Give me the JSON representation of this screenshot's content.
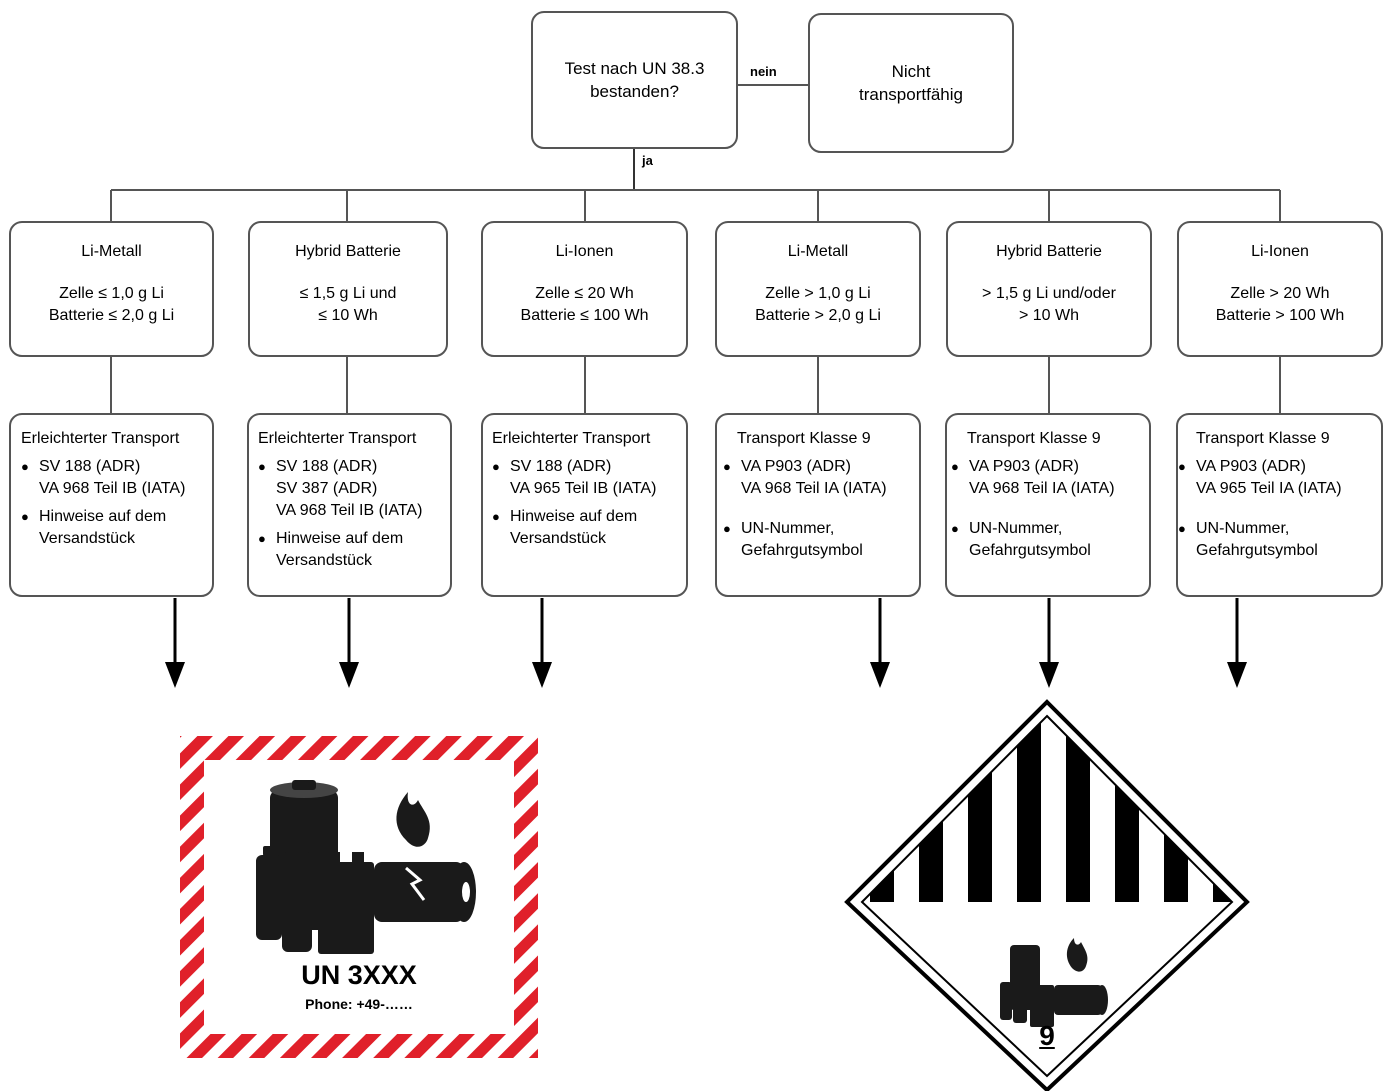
{
  "decision": {
    "question_lines": [
      "Test nach UN 38.3",
      "bestanden?"
    ],
    "no_result_lines": [
      "Nicht",
      "transportfähig"
    ],
    "no_label": "nein",
    "yes_label": "ja"
  },
  "categories": [
    {
      "title": "Li-Metall",
      "limits": [
        "Zelle ≤ 1,0 g Li",
        "Batterie ≤ 2,0 g Li"
      ]
    },
    {
      "title": "Hybrid Batterie",
      "limits": [
        "≤ 1,5 g Li und",
        "≤ 10 Wh"
      ]
    },
    {
      "title": "Li-Ionen",
      "limits": [
        "Zelle ≤ 20 Wh",
        "Batterie ≤ 100 Wh"
      ]
    },
    {
      "title": "Li-Metall",
      "limits": [
        "Zelle > 1,0 g Li",
        "Batterie > 2,0 g Li"
      ]
    },
    {
      "title": "Hybrid Batterie",
      "limits": [
        "> 1,5 g Li und/oder",
        "> 10 Wh"
      ]
    },
    {
      "title": "Li-Ionen",
      "limits": [
        "Zelle > 20 Wh",
        "Batterie > 100 Wh"
      ]
    }
  ],
  "transports": [
    {
      "title": "Erleichterter Transport",
      "bullets": [
        [
          "SV 188 (ADR)",
          "VA 968 Teil IB (IATA)"
        ],
        [
          "Hinweise auf dem",
          "Versandstück"
        ]
      ]
    },
    {
      "title": "Erleichterter Transport",
      "bullets": [
        [
          "SV 188 (ADR)",
          "SV 387 (ADR)",
          "VA 968 Teil IB (IATA)"
        ],
        [
          "Hinweise auf dem",
          "Versandstück"
        ]
      ]
    },
    {
      "title": "Erleichterter Transport",
      "bullets": [
        [
          "SV 188 (ADR)",
          "VA 965 Teil IB (IATA)"
        ],
        [
          "Hinweise auf dem",
          "Versandstück"
        ]
      ]
    },
    {
      "title": "Transport Klasse 9",
      "bullets": [
        [
          "VA P903 (ADR)",
          "VA 968 Teil IA (IATA)"
        ],
        [
          "UN-Nummer,",
          "Gefahrgutsymbol"
        ]
      ]
    },
    {
      "title": "Transport Klasse 9",
      "bullets": [
        [
          "VA P903 (ADR)",
          "VA 968 Teil IA (IATA)"
        ],
        [
          "UN-Nummer,",
          "Gefahrgutsymbol"
        ]
      ]
    },
    {
      "title": "Transport Klasse 9",
      "bullets": [
        [
          "VA P903 (ADR)",
          "VA 965 Teil IA (IATA)"
        ],
        [
          "UN-Nummer,",
          "Gefahrgutsymbol"
        ]
      ]
    }
  ],
  "lithium_label": {
    "un_number": "UN 3XXX",
    "phone": "Phone: +49-……",
    "stripe_color": "#e0202a"
  },
  "class9_label": {
    "class_number": "9"
  }
}
